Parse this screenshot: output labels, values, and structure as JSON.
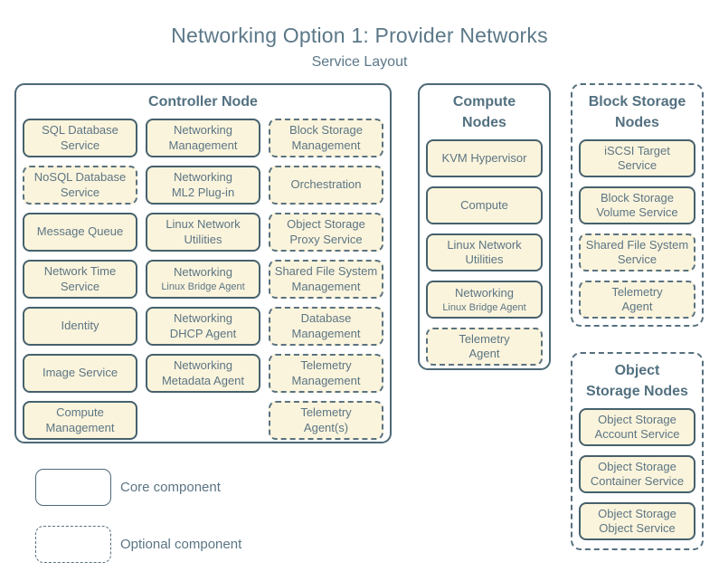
{
  "title": "Networking Option 1: Provider Networks",
  "subtitle": "Service Layout",
  "colors": {
    "box_fill": "#fbf4dc",
    "core_border": "#46616d",
    "optional_border": "#5a7280",
    "group_border": "#4d6977",
    "text": "#5b7584",
    "heading": "#527080",
    "title": "#5b7888"
  },
  "groups": [
    {
      "id": "controller-node",
      "title": "Controller Node",
      "style": "core",
      "items": [
        {
          "label": "SQL Database\nService",
          "style": "core"
        },
        {
          "label": "Networking\nManagement",
          "style": "core"
        },
        {
          "label": "Block Storage\nManagement",
          "style": "optional"
        },
        {
          "label": "NoSQL Database\nService",
          "style": "optional"
        },
        {
          "label": "Networking\nML2 Plug-in",
          "style": "core"
        },
        {
          "label": "Orchestration",
          "style": "optional"
        },
        {
          "label": "Message Queue",
          "style": "core"
        },
        {
          "label": "Linux Network\nUtilities",
          "style": "core"
        },
        {
          "label": "Object Storage\nProxy Service",
          "style": "optional"
        },
        {
          "label": "Network Time\nService",
          "style": "core"
        },
        {
          "label": "Networking",
          "sub": "Linux Bridge Agent",
          "style": "core"
        },
        {
          "label": "Shared File System\nManagement",
          "style": "optional"
        },
        {
          "label": "Identity",
          "style": "core"
        },
        {
          "label": "Networking\nDHCP Agent",
          "style": "core"
        },
        {
          "label": "Database\nManagement",
          "style": "optional"
        },
        {
          "label": "Image Service",
          "style": "core"
        },
        {
          "label": "Networking\nMetadata Agent",
          "style": "core"
        },
        {
          "label": "Telemetry\nManagement",
          "style": "optional"
        },
        {
          "label": "Compute\nManagement",
          "style": "core"
        },
        {
          "empty": true
        },
        {
          "label": "Telemetry\nAgent(s)",
          "style": "optional"
        }
      ]
    },
    {
      "id": "compute-nodes",
      "title": "Compute\nNodes",
      "style": "core",
      "items": [
        {
          "label": "KVM Hypervisor",
          "style": "core"
        },
        {
          "label": "Compute",
          "style": "core"
        },
        {
          "label": "Linux Network\nUtilities",
          "style": "core"
        },
        {
          "label": "Networking",
          "sub": "Linux Bridge Agent",
          "style": "core"
        },
        {
          "label": "Telemetry\nAgent",
          "style": "optional"
        }
      ]
    },
    {
      "id": "block-storage-nodes",
      "title": "Block Storage\nNodes",
      "style": "optional",
      "items": [
        {
          "label": "iSCSI Target\nService",
          "style": "core"
        },
        {
          "label": "Block Storage\nVolume Service",
          "style": "core"
        },
        {
          "label": "Shared File System\nService",
          "style": "optional"
        },
        {
          "label": "Telemetry\nAgent",
          "style": "optional"
        }
      ]
    },
    {
      "id": "object-storage-nodes",
      "title": "Object\nStorage Nodes",
      "style": "optional",
      "items": [
        {
          "label": "Object Storage\nAccount Service",
          "style": "core"
        },
        {
          "label": "Object Storage\nContainer Service",
          "style": "core"
        },
        {
          "label": "Object Storage\nObject Service",
          "style": "core"
        }
      ]
    }
  ],
  "legend": {
    "items": [
      {
        "style": "core",
        "label": "Core component"
      },
      {
        "style": "optional",
        "label": "Optional component"
      }
    ]
  }
}
